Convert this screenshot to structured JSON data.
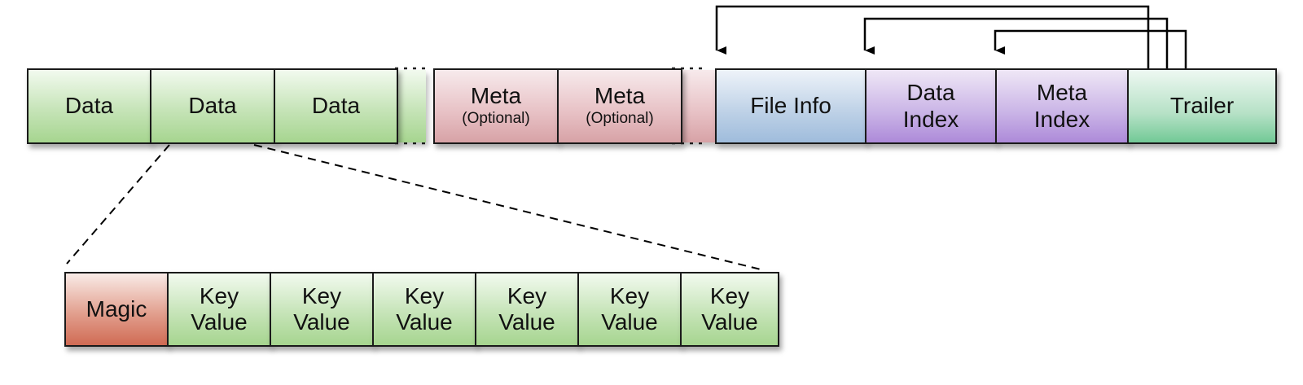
{
  "file_blocks": [
    {
      "label": "Data"
    },
    {
      "label": "Data"
    },
    {
      "label": "Data"
    },
    {
      "label": "Meta",
      "sub": "(Optional)"
    },
    {
      "label": "Meta",
      "sub": "(Optional)"
    },
    {
      "label": "File Info"
    },
    {
      "label": "Data Index"
    },
    {
      "label": "Meta Index"
    },
    {
      "label": "Trailer"
    }
  ],
  "detail_blocks": [
    {
      "label": "Magic"
    },
    {
      "label": "Key Value"
    },
    {
      "label": "Key Value"
    },
    {
      "label": "Key Value"
    },
    {
      "label": "Key Value"
    },
    {
      "label": "Key Value"
    },
    {
      "label": "Key Value"
    }
  ],
  "colors": {
    "data": "#a6d58f",
    "meta": "#d7a2a6",
    "file_info": "#9fbcdc",
    "index": "#ad8ad9",
    "trailer": "#72c996",
    "magic": "#d06b54"
  }
}
